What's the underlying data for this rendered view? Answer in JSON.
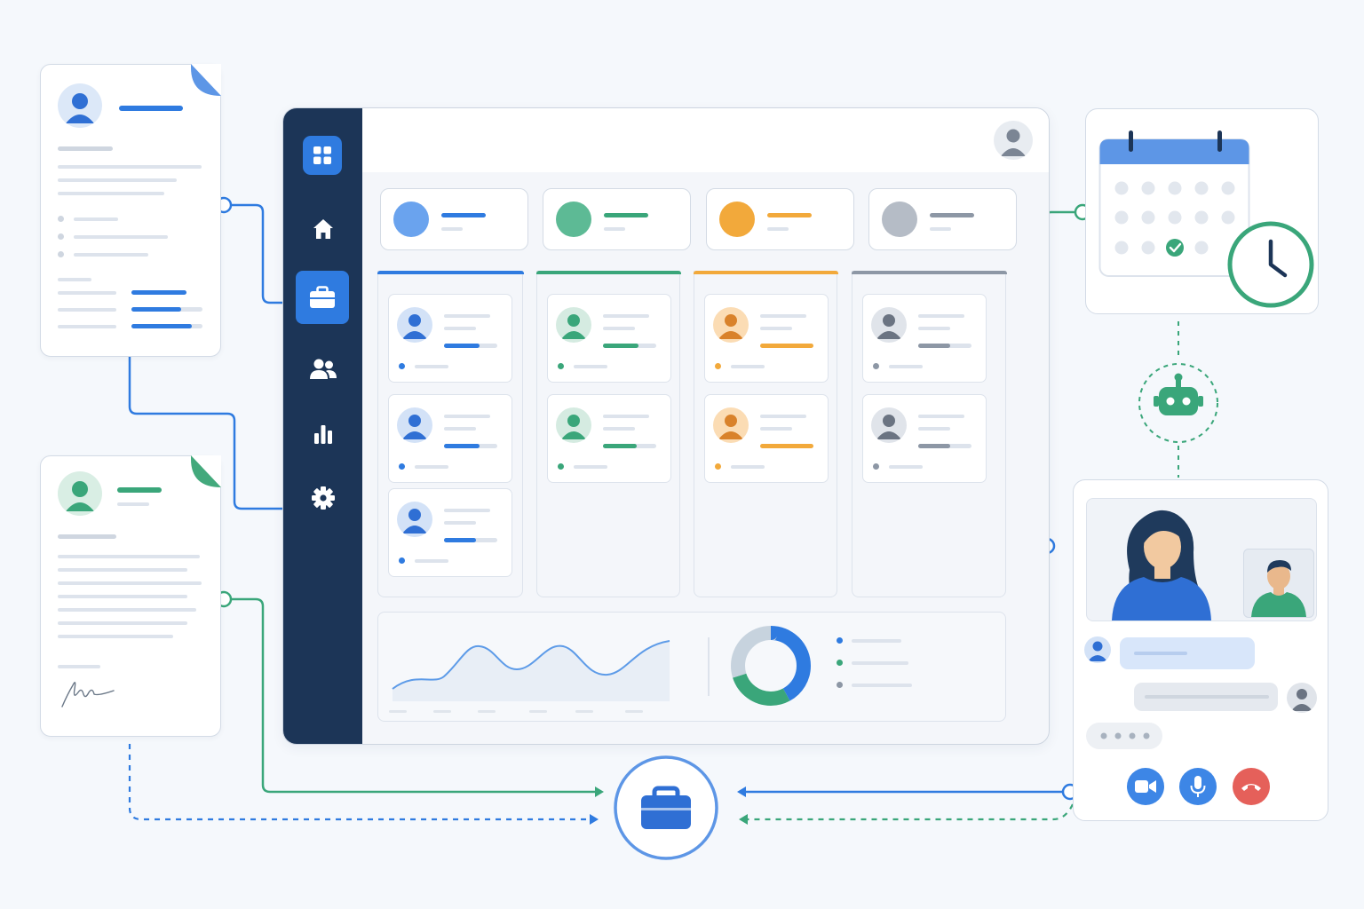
{
  "colors": {
    "background": "#f5f8fc",
    "sidebar": "#1c3557",
    "accent_blue": "#2f7be0",
    "accent_green": "#3aa67a",
    "accent_orange": "#f2a93b",
    "accent_gray": "#8d97a5",
    "call_end_red": "#e5605a",
    "connector_blue": "#2f7be0",
    "connector_green": "#3aa67a"
  },
  "icons": {
    "sidebar": [
      "grid-icon",
      "home-icon",
      "briefcase-icon",
      "users-icon",
      "bar-chart-icon",
      "gear-icon"
    ],
    "active_sidebar_item": "briefcase-icon",
    "hub": "briefcase-icon",
    "calendar": "calendar-icon",
    "clock": "clock-icon",
    "bot": "robot-icon",
    "call_controls": [
      "video-camera-icon",
      "microphone-icon",
      "end-call-icon"
    ],
    "signature": "signature-icon"
  },
  "pipeline": {
    "stage_colors": [
      "#2f7be0",
      "#3aa67a",
      "#f2a93b",
      "#8d97a5"
    ],
    "candidate_counts": [
      3,
      2,
      2,
      2
    ]
  },
  "calendar": {
    "checked_day": "row-3-col-3"
  },
  "analytics": {
    "donut": {
      "type": "pie",
      "segments": [
        {
          "color": "#2f7be0",
          "value": 0.42
        },
        {
          "color": "#3aa67a",
          "value": 0.28
        },
        {
          "color": "#c7d3de",
          "value": 0.3
        }
      ],
      "legend_colors": [
        "#2f7be0",
        "#3aa67a",
        "#8d97a5"
      ]
    }
  },
  "chat": {
    "typing_dots": 4
  }
}
